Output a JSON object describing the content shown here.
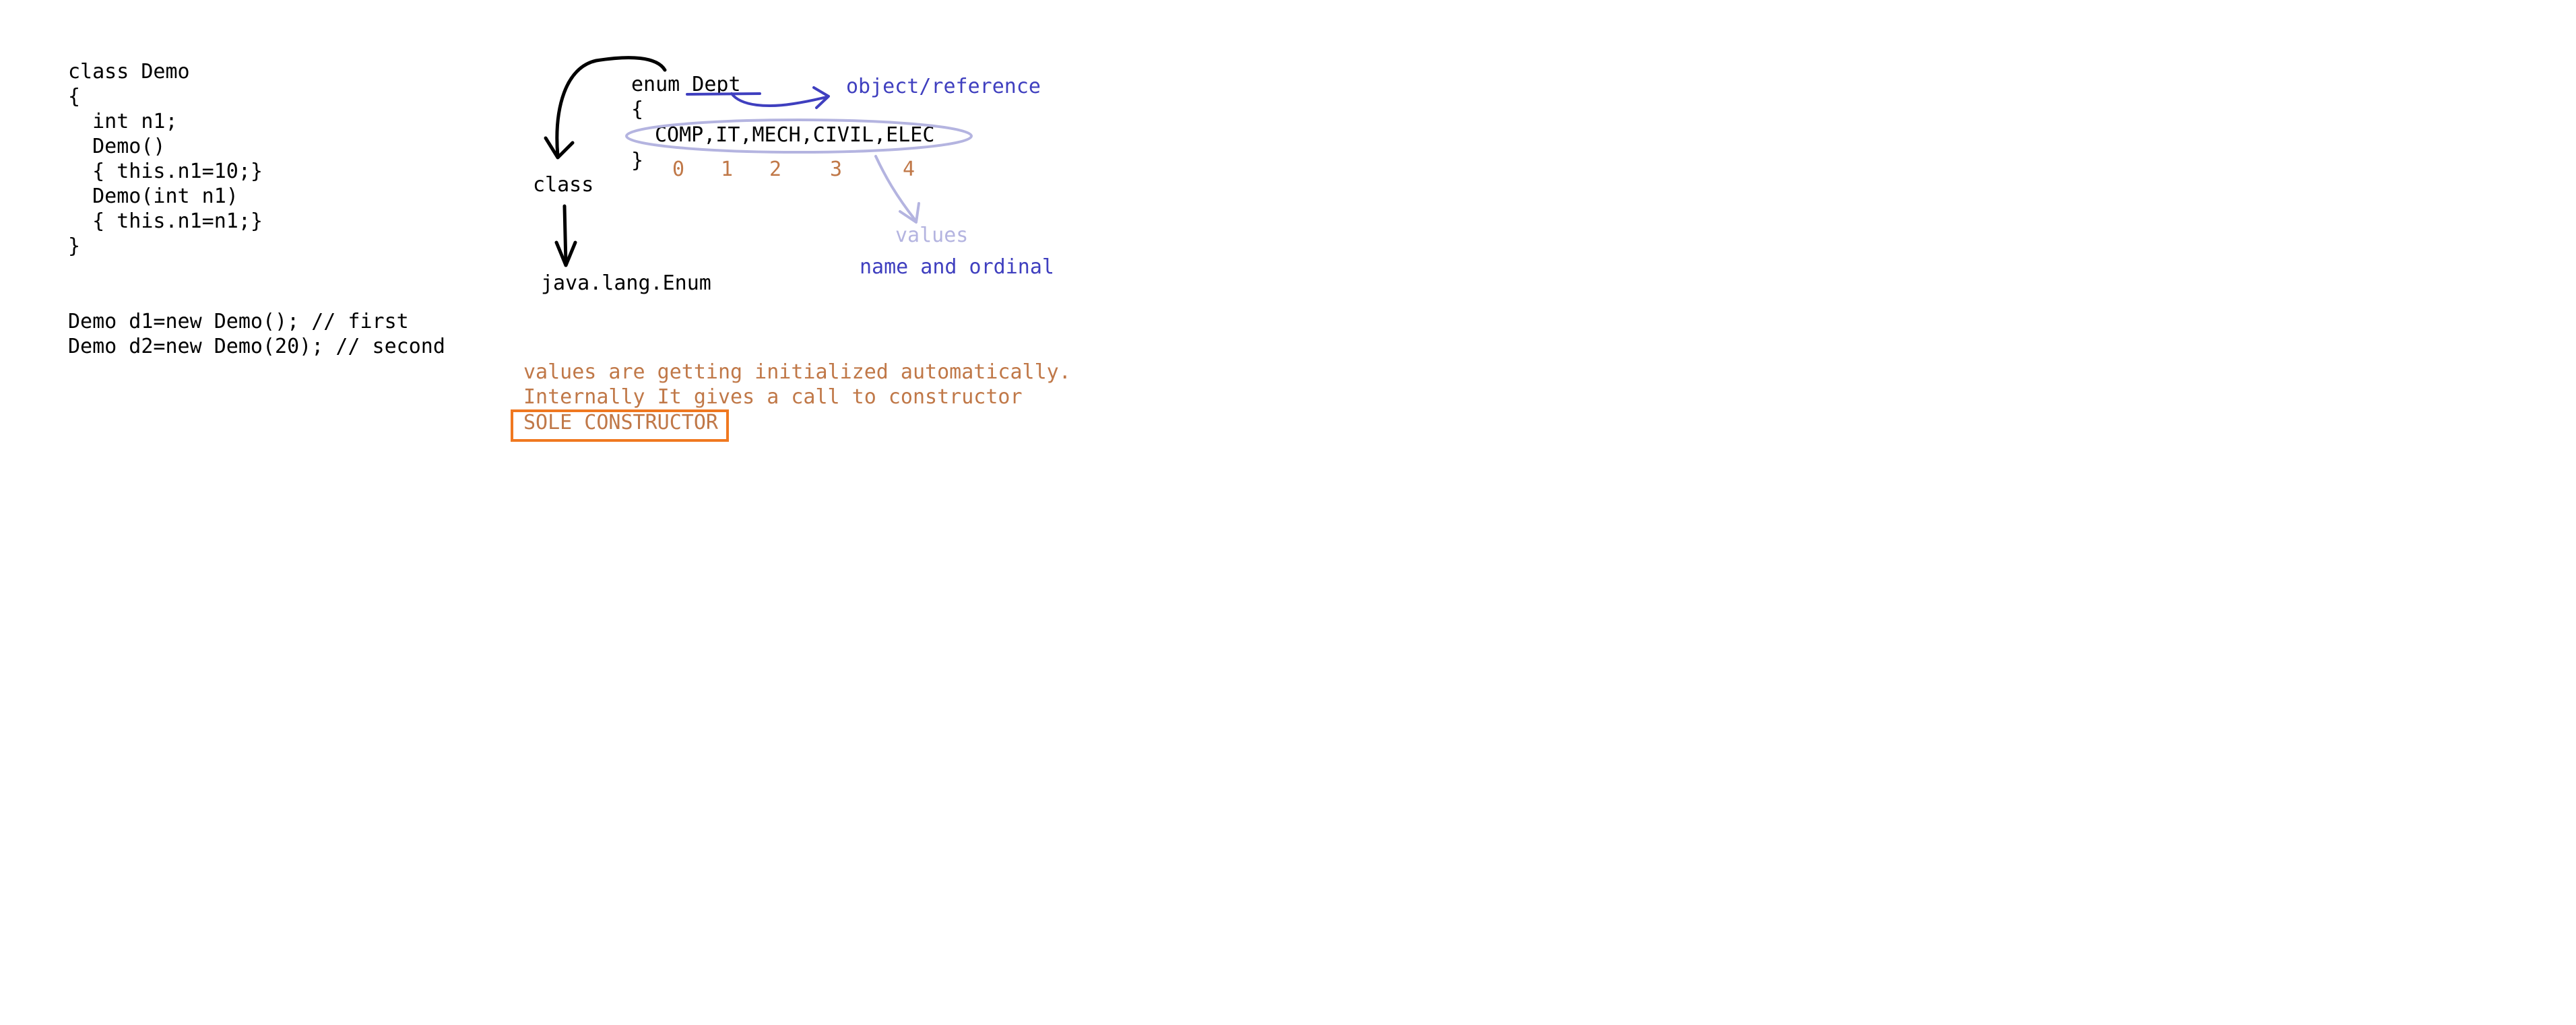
{
  "left_code": {
    "lines": [
      "class Demo",
      "{",
      "  int n1;",
      "  Demo()",
      "  { this.n1=10;}",
      "  Demo(int n1)",
      "  { this.n1=n1;}",
      "}"
    ],
    "objects": [
      "Demo d1=new Demo(); // first",
      "Demo d2=new Demo(20); // second"
    ]
  },
  "enum_code": {
    "header": "enum Dept",
    "open_brace": "{",
    "constants": "COMP,IT,MECH,CIVIL,ELEC",
    "close_brace": "}",
    "ordinals": [
      "0",
      "1",
      "2",
      "3",
      "4"
    ]
  },
  "annotations": {
    "class_label": "class",
    "enum_base": "java.lang.Enum",
    "object_reference": "object/reference",
    "values": "values",
    "name_and_ordinal": "name and ordinal",
    "note_line_1": "values are getting initialized automatically.",
    "note_line_2": "Internally It gives a call to constructor",
    "sole_constructor": "SOLE CONSTRUCTOR"
  },
  "colors": {
    "black_ink": "#000000",
    "blue_ink": "#3f3fbf",
    "lavender_ink": "#b4b4e0",
    "orange_text": "#c07848",
    "orange_box": "#f07820"
  }
}
